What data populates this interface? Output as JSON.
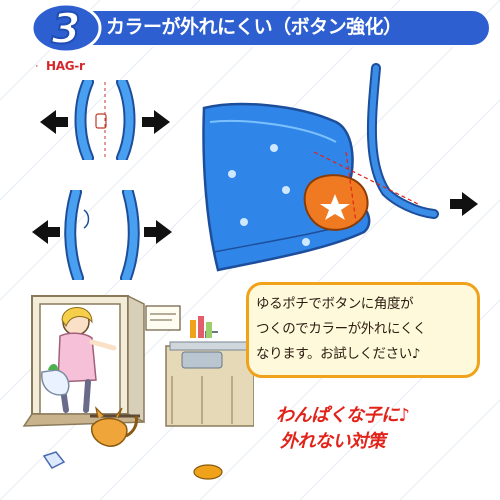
{
  "header": {
    "number": "3",
    "title": "カラーが外れにくい（ボタン強化）"
  },
  "brand": {
    "logo_text": "HAG-r"
  },
  "note": {
    "lines": [
      "ゆるポチでボタンに角度が",
      "つくのでカラーが外れにくく",
      "なります。お試しください♪"
    ]
  },
  "slogan": {
    "line1": "わんぱくな子に♪",
    "line2": "外れない対策"
  },
  "colors": {
    "header_bar": "#2d5fd0",
    "collar_blue": "#2f86e8",
    "button_orange": "#ef7a22",
    "accent_red": "#e2231a",
    "note_border": "#f0a21a"
  }
}
